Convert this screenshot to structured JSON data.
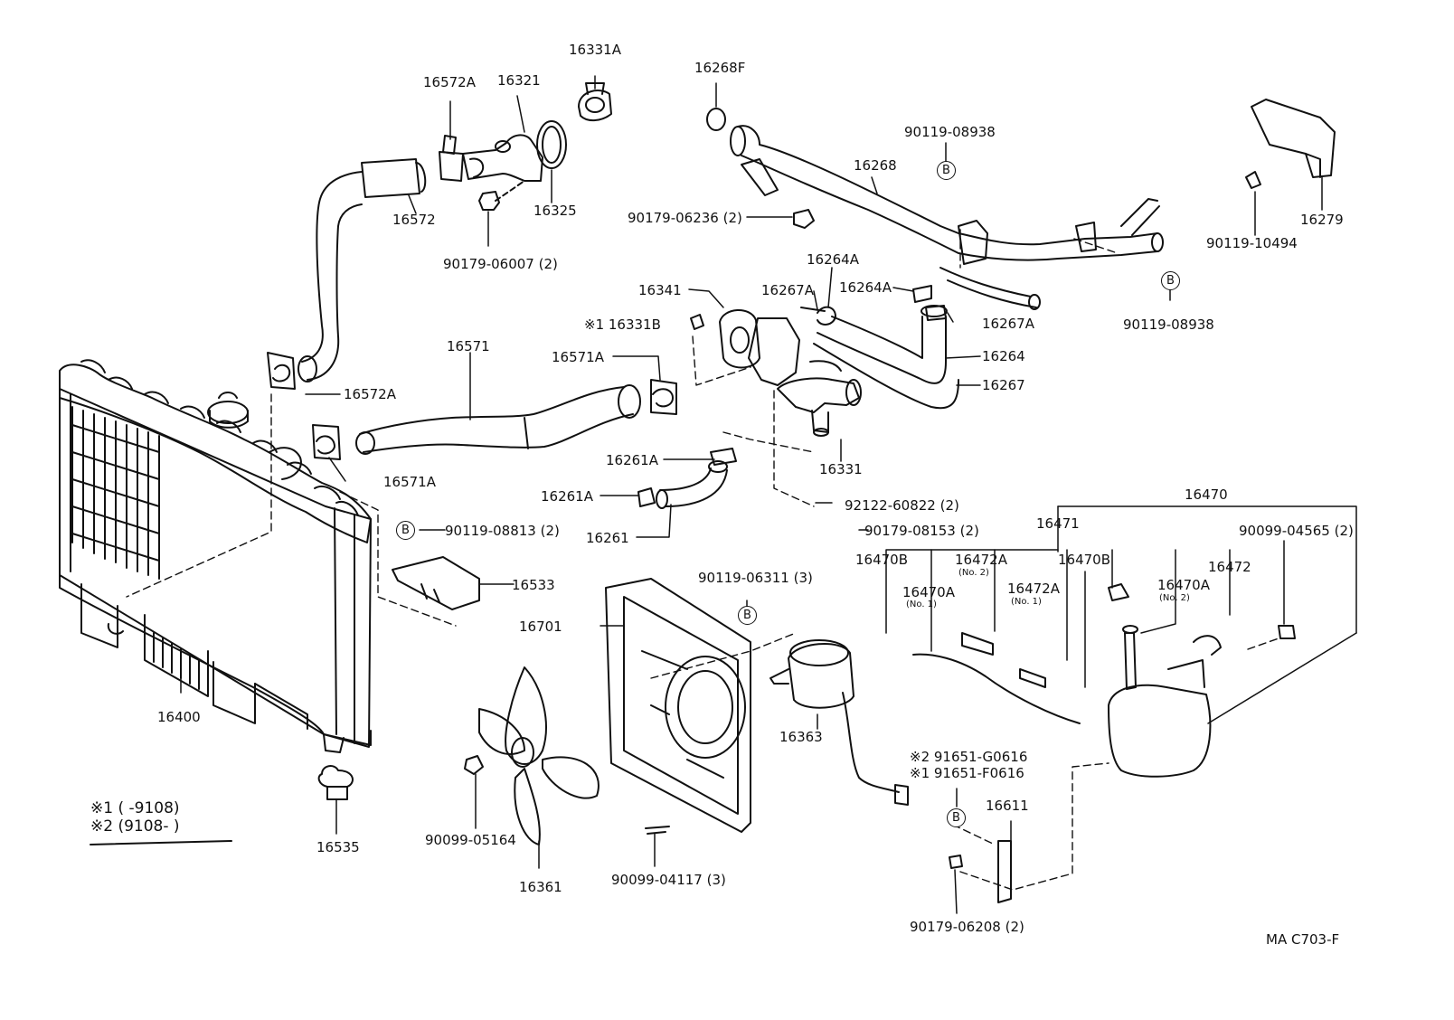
{
  "labels": {
    "p16331A": "16331A",
    "p16572A_top": "16572A",
    "p16321": "16321",
    "p16268F": "16268F",
    "p16572": "16572",
    "p16325": "16325",
    "p90179_06007": "90179-06007 (2)",
    "p90119_08938_top": "90119-08938",
    "p16268": "16268",
    "p90179_06236": "90179-06236 (2)",
    "p16279": "16279",
    "p90119_10494": "90119-10494",
    "p16264A_1": "16264A",
    "p16264A_2": "16264A",
    "p16341": "16341",
    "p16267A_1": "16267A",
    "p16331B": "※1 16331B",
    "p16267A_2": "16267A",
    "p90119_08938_right": "90119-08938",
    "p16571": "16571",
    "p16571A_1": "16571A",
    "p16264": "16264",
    "p16572A_bottom": "16572A",
    "p16267": "16267",
    "p16571A_2": "16571A",
    "p16261A_1": "16261A",
    "p16331": "16331",
    "p16261A_2": "16261A",
    "p92122_60822": "92122-60822 (2)",
    "p16261": "16261",
    "p16470": "16470",
    "p90119_08813": "90119-08813 (2)",
    "p90179_08153": "90179-08153 (2)",
    "p16471": "16471",
    "p90099_04565": "90099-04565 (2)",
    "p16533": "16533",
    "p16470B_1": "16470B",
    "p16472A_no2": "16472A",
    "p16470B_2": "16470B",
    "p16472": "16472",
    "p16470A_no1": "16470A",
    "p16472A_no1": "16472A",
    "p16470A_no2": "16470A",
    "p90119_06311": "90119-06311 (3)",
    "p16701": "16701",
    "p16400": "16400",
    "p16363": "16363",
    "p91651_G0616": "※2 91651-G0616",
    "p91651_F0616": "※1 91651-F0616",
    "p16611": "16611",
    "p90099_05164": "90099-05164",
    "p16535": "16535",
    "p16361": "16361",
    "p90099_04117": "90099-04117 (3)",
    "p90179_06208": "90179-06208 (2)"
  },
  "sublabels": {
    "no2_a": "(No. 2)",
    "no1_a": "(No. 1)",
    "no1_b": "(No. 1)",
    "no2_b": "(No. 2)"
  },
  "circle_letter": "B",
  "notes": {
    "note1": "※1 (      -9108)",
    "note2": "※2 (9108-      )"
  },
  "diagram_code": "MA  C703-F"
}
